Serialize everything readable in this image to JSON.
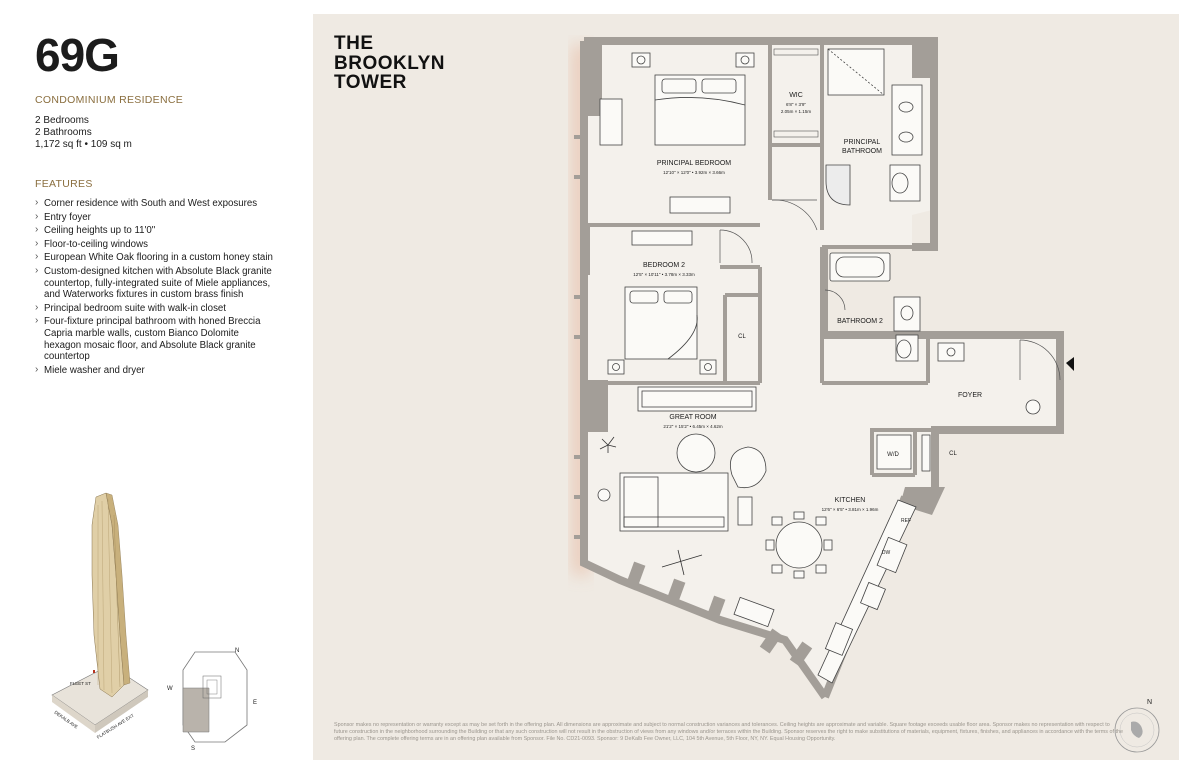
{
  "unit": "69G",
  "residence_type": "CONDOMINIUM RESIDENCE",
  "stats": [
    "2 Bedrooms",
    "2 Bathrooms",
    "1,172 sq ft • 109 sq m"
  ],
  "features_heading": "FEATURES",
  "features": [
    "Corner residence with South and West exposures",
    "Entry foyer",
    "Ceiling heights up to 11'0\"",
    "Floor-to-ceiling windows",
    "European White Oak flooring in a custom honey stain",
    "Custom-designed kitchen with Absolute Black granite countertop, fully-integrated suite of Miele appliances, and Waterworks fixtures in custom brass finish",
    "Principal bedroom suite with walk-in closet",
    "Four-fixture principal bathroom with honed Breccia Capria marble walls, custom Bianco Dolomite hexagon mosaic floor, and Absolute Black granite countertop",
    "Miele washer and dryer"
  ],
  "brand": [
    "THE",
    "BROOKLYN",
    "TOWER"
  ],
  "streets": {
    "fleet": "FLEET ST",
    "dekalb": "DEKALB AVE",
    "flatbush": "FLATBUSH AVE EXT"
  },
  "compass": {
    "n": "N",
    "s": "S",
    "e": "E",
    "w": "W"
  },
  "rooms": {
    "principal_bedroom": {
      "name": "PRINCIPAL BEDROOM",
      "dims": "12'10\" × 12'0\" • 3.92m × 3.66m"
    },
    "wic": {
      "name": "WIC",
      "dims_ft": "6'8\" × 3'9\"",
      "dims_m": "2.05m × 1.15m"
    },
    "principal_bathroom": {
      "name1": "PRINCIPAL",
      "name2": "BATHROOM"
    },
    "bedroom2": {
      "name": "BEDROOM 2",
      "dims": "12'5\" × 10'11\" • 3.78m × 3.33m"
    },
    "bathroom2": {
      "name": "BATHROOM 2"
    },
    "closet": "CL",
    "foyer": "FOYER",
    "wd": "W/D",
    "great_room": {
      "name": "GREAT ROOM",
      "dims": "21'2\" × 15'2\" • 6.45m × 4.62m"
    },
    "kitchen": {
      "name": "KITCHEN",
      "dims": "12'6\" × 6'5\" • 3.81m × 1.96m"
    },
    "ref": "REF",
    "dw": "DW"
  },
  "disclaimer": "Sponsor makes no representation or warranty except as may be set forth in the offering plan. All dimensions are approximate and subject to normal construction variances and tolerances. Ceiling heights are approximate and variable. Square footage exceeds usable floor area. Sponsor makes no representation with respect to future construction in the neighborhood surrounding the Building or that any such construction will not result in the obstruction of views from any windows and/or terraces within the Building. Sponsor reserves the right to make substitutions of materials, equipment, fixtures, finishes, and appliances in accordance with the terms of the offering plan. The complete offering terms are in an offering plan available from Sponsor. File No. CD21-0093. Sponsor: 9 DeKalb Fee Owner, LLC, 104 5th Avenue, 5th Floor, NY, NY. Equal Housing Opportunity.",
  "colors": {
    "panel": "#efeae3",
    "wall": "#a39e98",
    "accent": "#8a6e3e",
    "shadow": "#e9c5b0"
  }
}
